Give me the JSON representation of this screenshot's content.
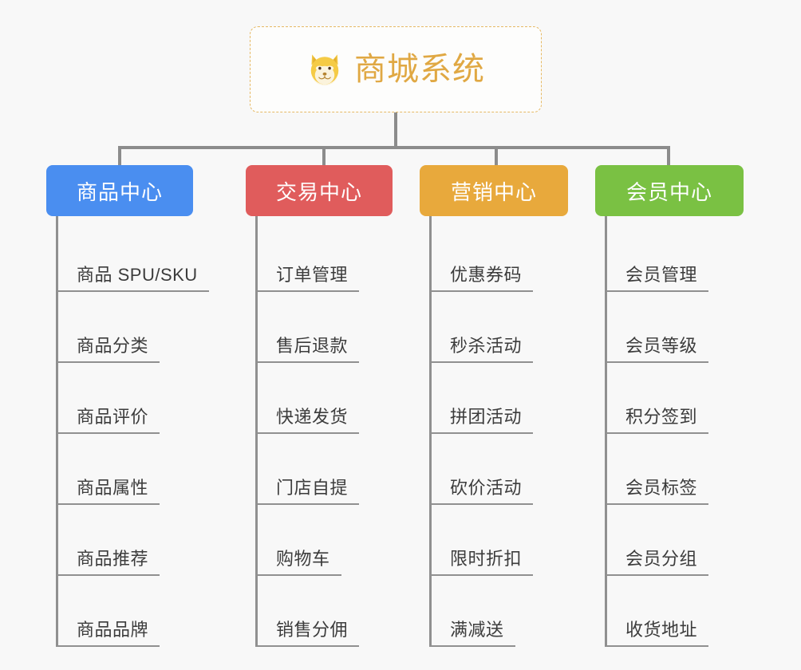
{
  "root": {
    "icon": "shiba-dog-face-icon",
    "title": "商城系统",
    "border_color": "#e6b964",
    "title_color": "#e0a843"
  },
  "connector_color": "#8c8c8c",
  "background_color": "#f8f8f8",
  "branches": [
    {
      "label": "商品中心",
      "color": "#4a8ef0",
      "items": [
        "商品 SPU/SKU",
        "商品分类",
        "商品评价",
        "商品属性",
        "商品推荐",
        "商品品牌"
      ]
    },
    {
      "label": "交易中心",
      "color": "#e05c5c",
      "items": [
        "订单管理",
        "售后退款",
        "快递发货",
        "门店自提",
        "购物车",
        "销售分佣"
      ]
    },
    {
      "label": "营销中心",
      "color": "#e8a93c",
      "items": [
        "优惠券码",
        "秒杀活动",
        "拼团活动",
        "砍价活动",
        "限时折扣",
        "满减送"
      ]
    },
    {
      "label": "会员中心",
      "color": "#7ac143",
      "items": [
        "会员管理",
        "会员等级",
        "积分签到",
        "会员标签",
        "会员分组",
        "收货地址"
      ]
    }
  ]
}
